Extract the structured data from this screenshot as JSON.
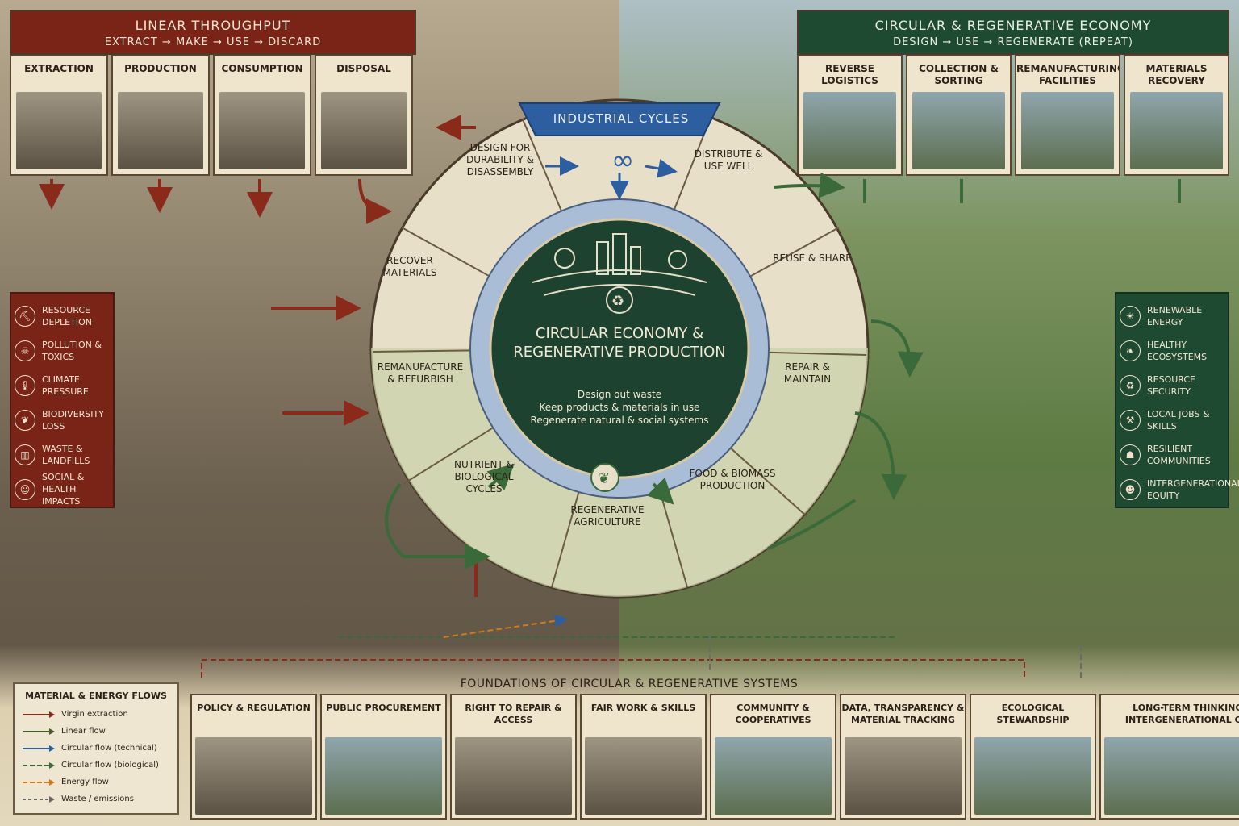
{
  "linear": {
    "title": "LINEAR THROUGHPUT",
    "subtitle": "EXTRACT → MAKE → USE → DISCARD",
    "stages": [
      "EXTRACTION",
      "PRODUCTION",
      "CONSUMPTION",
      "DISPOSAL"
    ]
  },
  "circular": {
    "title": "CIRCULAR & REGENERATIVE ECONOMY",
    "subtitle": "DESIGN → USE → REGENERATE (REPEAT)",
    "stages": [
      "REVERSE LOGISTICS",
      "COLLECTION & SORTING",
      "REMANUFACTURING FACILITIES",
      "MATERIALS RECOVERY"
    ]
  },
  "impacts": [
    {
      "label": "RESOURCE DEPLETION",
      "icon": "mine-icon"
    },
    {
      "label": "POLLUTION & TOXICS",
      "icon": "toxic-icon"
    },
    {
      "label": "CLIMATE PRESSURE",
      "icon": "thermometer-icon"
    },
    {
      "label": "BIODIVERSITY LOSS",
      "icon": "leaf-icon"
    },
    {
      "label": "WASTE & LANDFILLS",
      "icon": "trash-icon"
    },
    {
      "label": "SOCIAL & HEALTH IMPACTS",
      "icon": "people-icon"
    }
  ],
  "benefits": [
    {
      "label": "RENEWABLE ENERGY",
      "icon": "sun-icon"
    },
    {
      "label": "HEALTHY ECOSYSTEMS",
      "icon": "sprout-icon"
    },
    {
      "label": "RESOURCE SECURITY",
      "icon": "recycle-icon"
    },
    {
      "label": "LOCAL JOBS & SKILLS",
      "icon": "tools-icon"
    },
    {
      "label": "RESILIENT COMMUNITIES",
      "icon": "community-icon"
    },
    {
      "label": "INTERGENERATIONAL EQUITY",
      "icon": "family-icon"
    }
  ],
  "wheel": {
    "header": "INDUSTRIAL CYCLES",
    "center_title": "CIRCULAR ECONOMY & REGENERATIVE PRODUCTION",
    "center_lines": [
      "Design out waste",
      "Keep products & materials in use",
      "Regenerate natural & social systems"
    ],
    "segments": {
      "design": "DESIGN FOR DURABILITY & DISASSEMBLY",
      "distribute": "DISTRIBUTE & USE WELL",
      "reuse": "REUSE & SHARE",
      "repair": "REPAIR & MAINTAIN",
      "food": "FOOD & BIOMASS PRODUCTION",
      "regen_ag": "REGENERATIVE AGRICULTURE",
      "nutrient": "NUTRIENT & BIOLOGICAL CYCLES",
      "reman": "REMANUFACTURE & REFURBISH",
      "recover": "RECOVER MATERIALS"
    }
  },
  "foundations": {
    "title": "FOUNDATIONS OF CIRCULAR & REGENERATIVE SYSTEMS",
    "cards": [
      "POLICY & REGULATION",
      "PUBLIC PROCUREMENT",
      "RIGHT TO REPAIR & ACCESS",
      "FAIR WORK & SKILLS",
      "COMMUNITY & COOPERATIVES",
      "DATA, TRANSPARENCY & MATERIAL TRACKING",
      "ECOLOGICAL STEWARDSHIP",
      "LONG-TERM THINKING & INTERGENERATIONAL CARE"
    ]
  },
  "legend": {
    "title": "MATERIAL & ENERGY FLOWS",
    "items": [
      {
        "label": "Virgin extraction",
        "color": "#8a2a1a",
        "dash": "none"
      },
      {
        "label": "Linear flow",
        "color": "#4a5a2a",
        "dash": "none"
      },
      {
        "label": "Circular flow (technical)",
        "color": "#2d5fa0",
        "dash": "none"
      },
      {
        "label": "Circular flow (biological)",
        "color": "#3a6a3a",
        "dash": "6,3"
      },
      {
        "label": "Energy flow",
        "color": "#d07a20",
        "dash": "6,3"
      },
      {
        "label": "Waste / emissions",
        "color": "#6a6a6a",
        "dash": "4,3"
      }
    ]
  },
  "colors": {
    "linear_red": "#7a2418",
    "circular_green": "#1f4a32",
    "technical_blue": "#2d5fa0",
    "biological_green": "#3a6a3a",
    "center_dark": "#1d4230"
  }
}
